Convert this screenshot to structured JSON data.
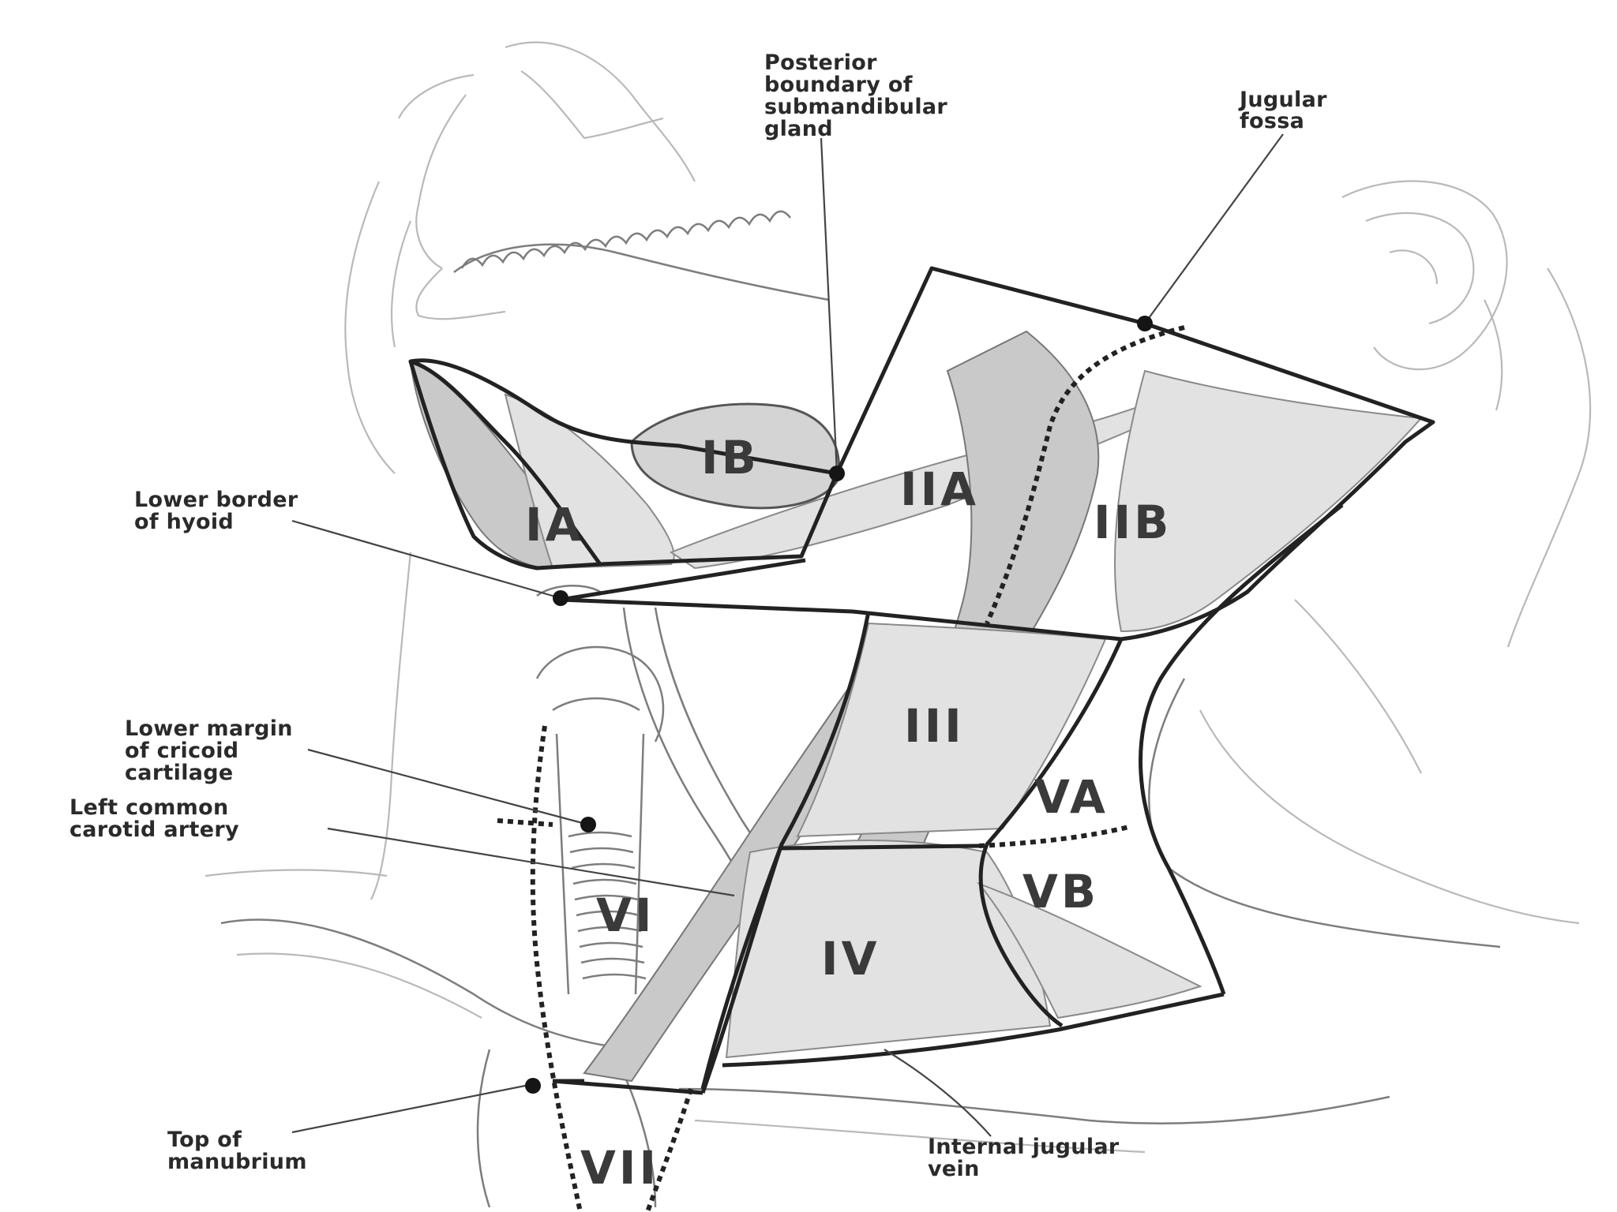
{
  "callouts": {
    "posterior_boundary": [
      "Posterior",
      "boundary of",
      "submandibular",
      "gland"
    ],
    "jugular_fossa": [
      "Jugular",
      "fossa"
    ],
    "lower_border_hyoid": [
      "Lower border",
      "of hyoid"
    ],
    "lower_margin_cricoid": [
      "Lower margin",
      "of cricoid",
      "cartilage"
    ],
    "left_common_carotid": [
      "Left common",
      "carotid artery"
    ],
    "top_manubrium": [
      "Top of",
      "manubrium"
    ],
    "internal_jugular": [
      "Internal jugular",
      "vein"
    ]
  },
  "levels": {
    "IA": "IA",
    "IB": "IB",
    "IIA": "IIA",
    "IIB": "IIB",
    "III": "III",
    "IV": "IV",
    "VA": "VA",
    "VB": "VB",
    "VI": "VI",
    "VII": "VII"
  }
}
